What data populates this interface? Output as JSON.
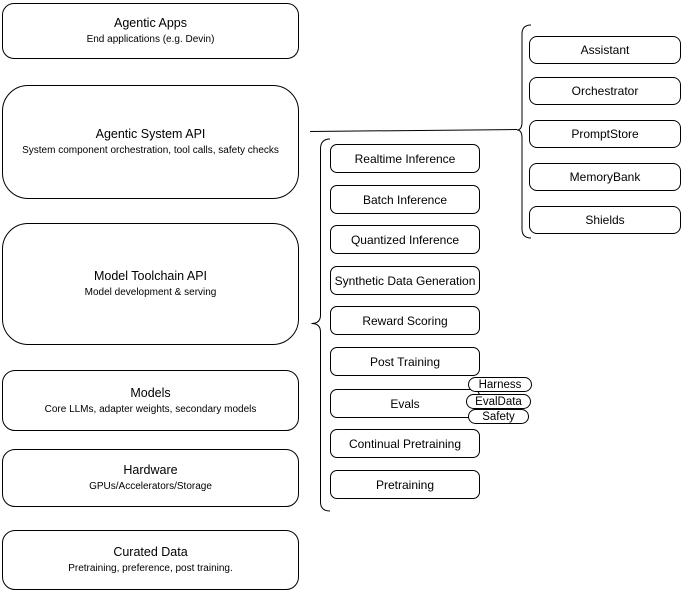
{
  "left_stack": [
    {
      "title": "Agentic Apps",
      "subtitle": "End applications (e.g. Devin)"
    },
    {
      "title": "Agentic System API",
      "subtitle": "System component orchestration, tool calls, safety checks"
    },
    {
      "title": "Model Toolchain API",
      "subtitle": "Model development & serving"
    },
    {
      "title": "Models",
      "subtitle": "Core LLMs, adapter weights, secondary models"
    },
    {
      "title": "Hardware",
      "subtitle": "GPUs/Accelerators/Storage"
    },
    {
      "title": "Curated Data",
      "subtitle": "Pretraining, preference, post training."
    }
  ],
  "toolchain_items": [
    "Realtime Inference",
    "Batch Inference",
    "Quantized Inference",
    "Synthetic Data Generation",
    "Reward Scoring",
    "Post Training",
    "Evals",
    "Continual Pretraining",
    "Pretraining"
  ],
  "evals_tags": [
    "Harness",
    "EvalData",
    "Safety"
  ],
  "system_components": [
    "Assistant",
    "Orchestrator",
    "PromptStore",
    "MemoryBank",
    "Shields"
  ],
  "colors": {
    "stroke": "#000000",
    "fill": "#ffffff",
    "text": "#000000"
  }
}
